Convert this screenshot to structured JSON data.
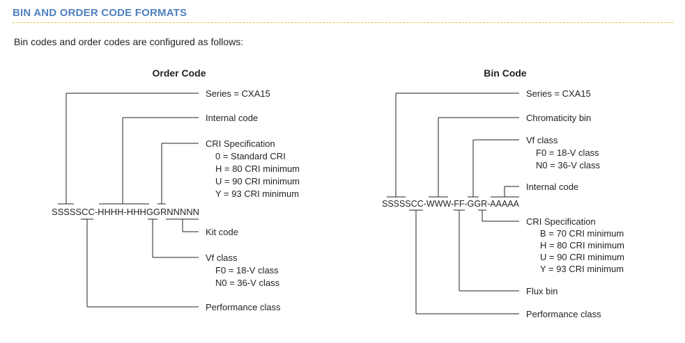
{
  "header": {
    "title": "BIN AND ORDER CODE FORMATS",
    "intro": "Bin codes and order codes are configured as follows:"
  },
  "order_code": {
    "heading": "Order Code",
    "code": "SSSSSCC-HHHH-HHHGGRNNNNN",
    "series": "Series = CXA15",
    "internal": "Internal code",
    "cri_title": "CRI Specification",
    "cri_lines": [
      "0 = Standard CRI",
      "H = 80 CRI minimum",
      "U = 90 CRI minimum",
      "Y = 93 CRI minimum"
    ],
    "kit": "Kit code",
    "vf_title": "Vf class",
    "vf_lines": [
      "F0 = 18-V class",
      "N0 = 36-V class"
    ],
    "performance": "Performance class"
  },
  "bin_code": {
    "heading": "Bin Code",
    "code": "SSSSSCC-WWW-FF-GGR-AAAAA",
    "series": "Series = CXA15",
    "chromaticity": "Chromaticity bin",
    "vf_title": "Vf class",
    "vf_lines": [
      "F0 = 18-V class",
      "N0 = 36-V class"
    ],
    "internal": "Internal code",
    "cri_title": "CRI Specification",
    "cri_lines": [
      "B = 70 CRI minimum",
      "H = 80 CRI minimum",
      "U = 90 CRI minimum",
      "Y = 93 CRI minimum"
    ],
    "flux": "Flux bin",
    "performance": "Performance class"
  }
}
